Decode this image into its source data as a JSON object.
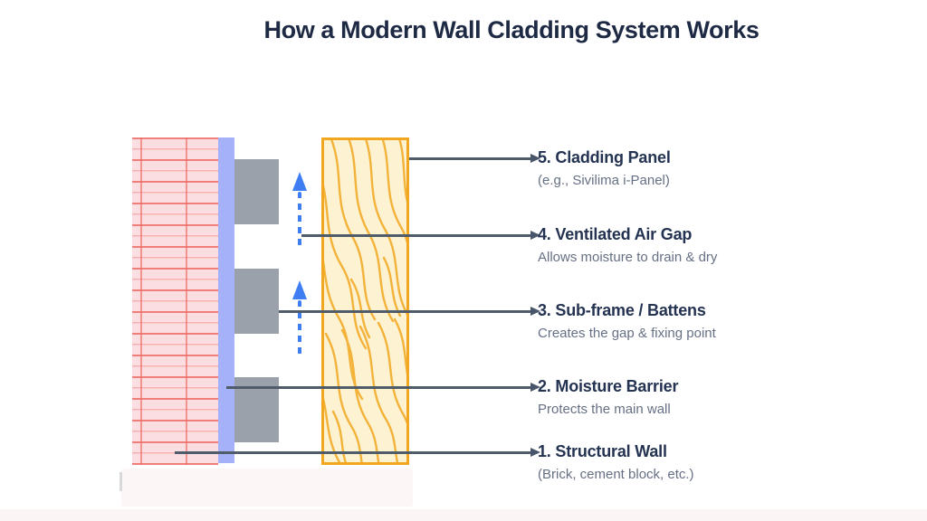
{
  "title": "How a Modern Wall Cladding System Works",
  "palette": {
    "title_color": "#1e2a44",
    "callout_title_color": "#243352",
    "callout_subtitle_color": "#667084",
    "leader_line_color": "#515c6b",
    "structural_wall_fill": "#fbdee2",
    "structural_wall_lines": "#ee6a64",
    "moisture_barrier_fill": "#a5b1f8",
    "batten_fill": "#9aa1aa",
    "vent_arrow_blue": "#3f7ef2",
    "cladding_panel_fill": "#fdf3d2",
    "cladding_panel_border": "#f1a71f",
    "wood_grain_color": "#f3b23a"
  },
  "diagram": {
    "layers": [
      {
        "id": "structural-wall",
        "description": "brick/grid hatched wall"
      },
      {
        "id": "moisture-barrier",
        "description": "thin periwinkle membrane strip"
      },
      {
        "id": "battens",
        "description": "three gray sub-frame blocks",
        "count": 3
      },
      {
        "id": "ventilated-air-gap",
        "description": "two blue dashed up arrows",
        "count": 2
      },
      {
        "id": "cladding-panel",
        "description": "yellow wood-grain panel"
      }
    ]
  },
  "callouts": [
    {
      "title": "5. Cladding Panel",
      "subtitle": "(e.g., Sivilima i-Panel)"
    },
    {
      "title": "4. Ventilated Air Gap",
      "subtitle": "Allows moisture to drain & dry"
    },
    {
      "title": "3. Sub-frame / Battens",
      "subtitle": "Creates the gap & fixing point"
    },
    {
      "title": "2. Moisture Barrier",
      "subtitle": "Protects the main wall"
    },
    {
      "title": "1. Structural Wall",
      "subtitle": "(Brick, cement block, etc.)"
    }
  ]
}
